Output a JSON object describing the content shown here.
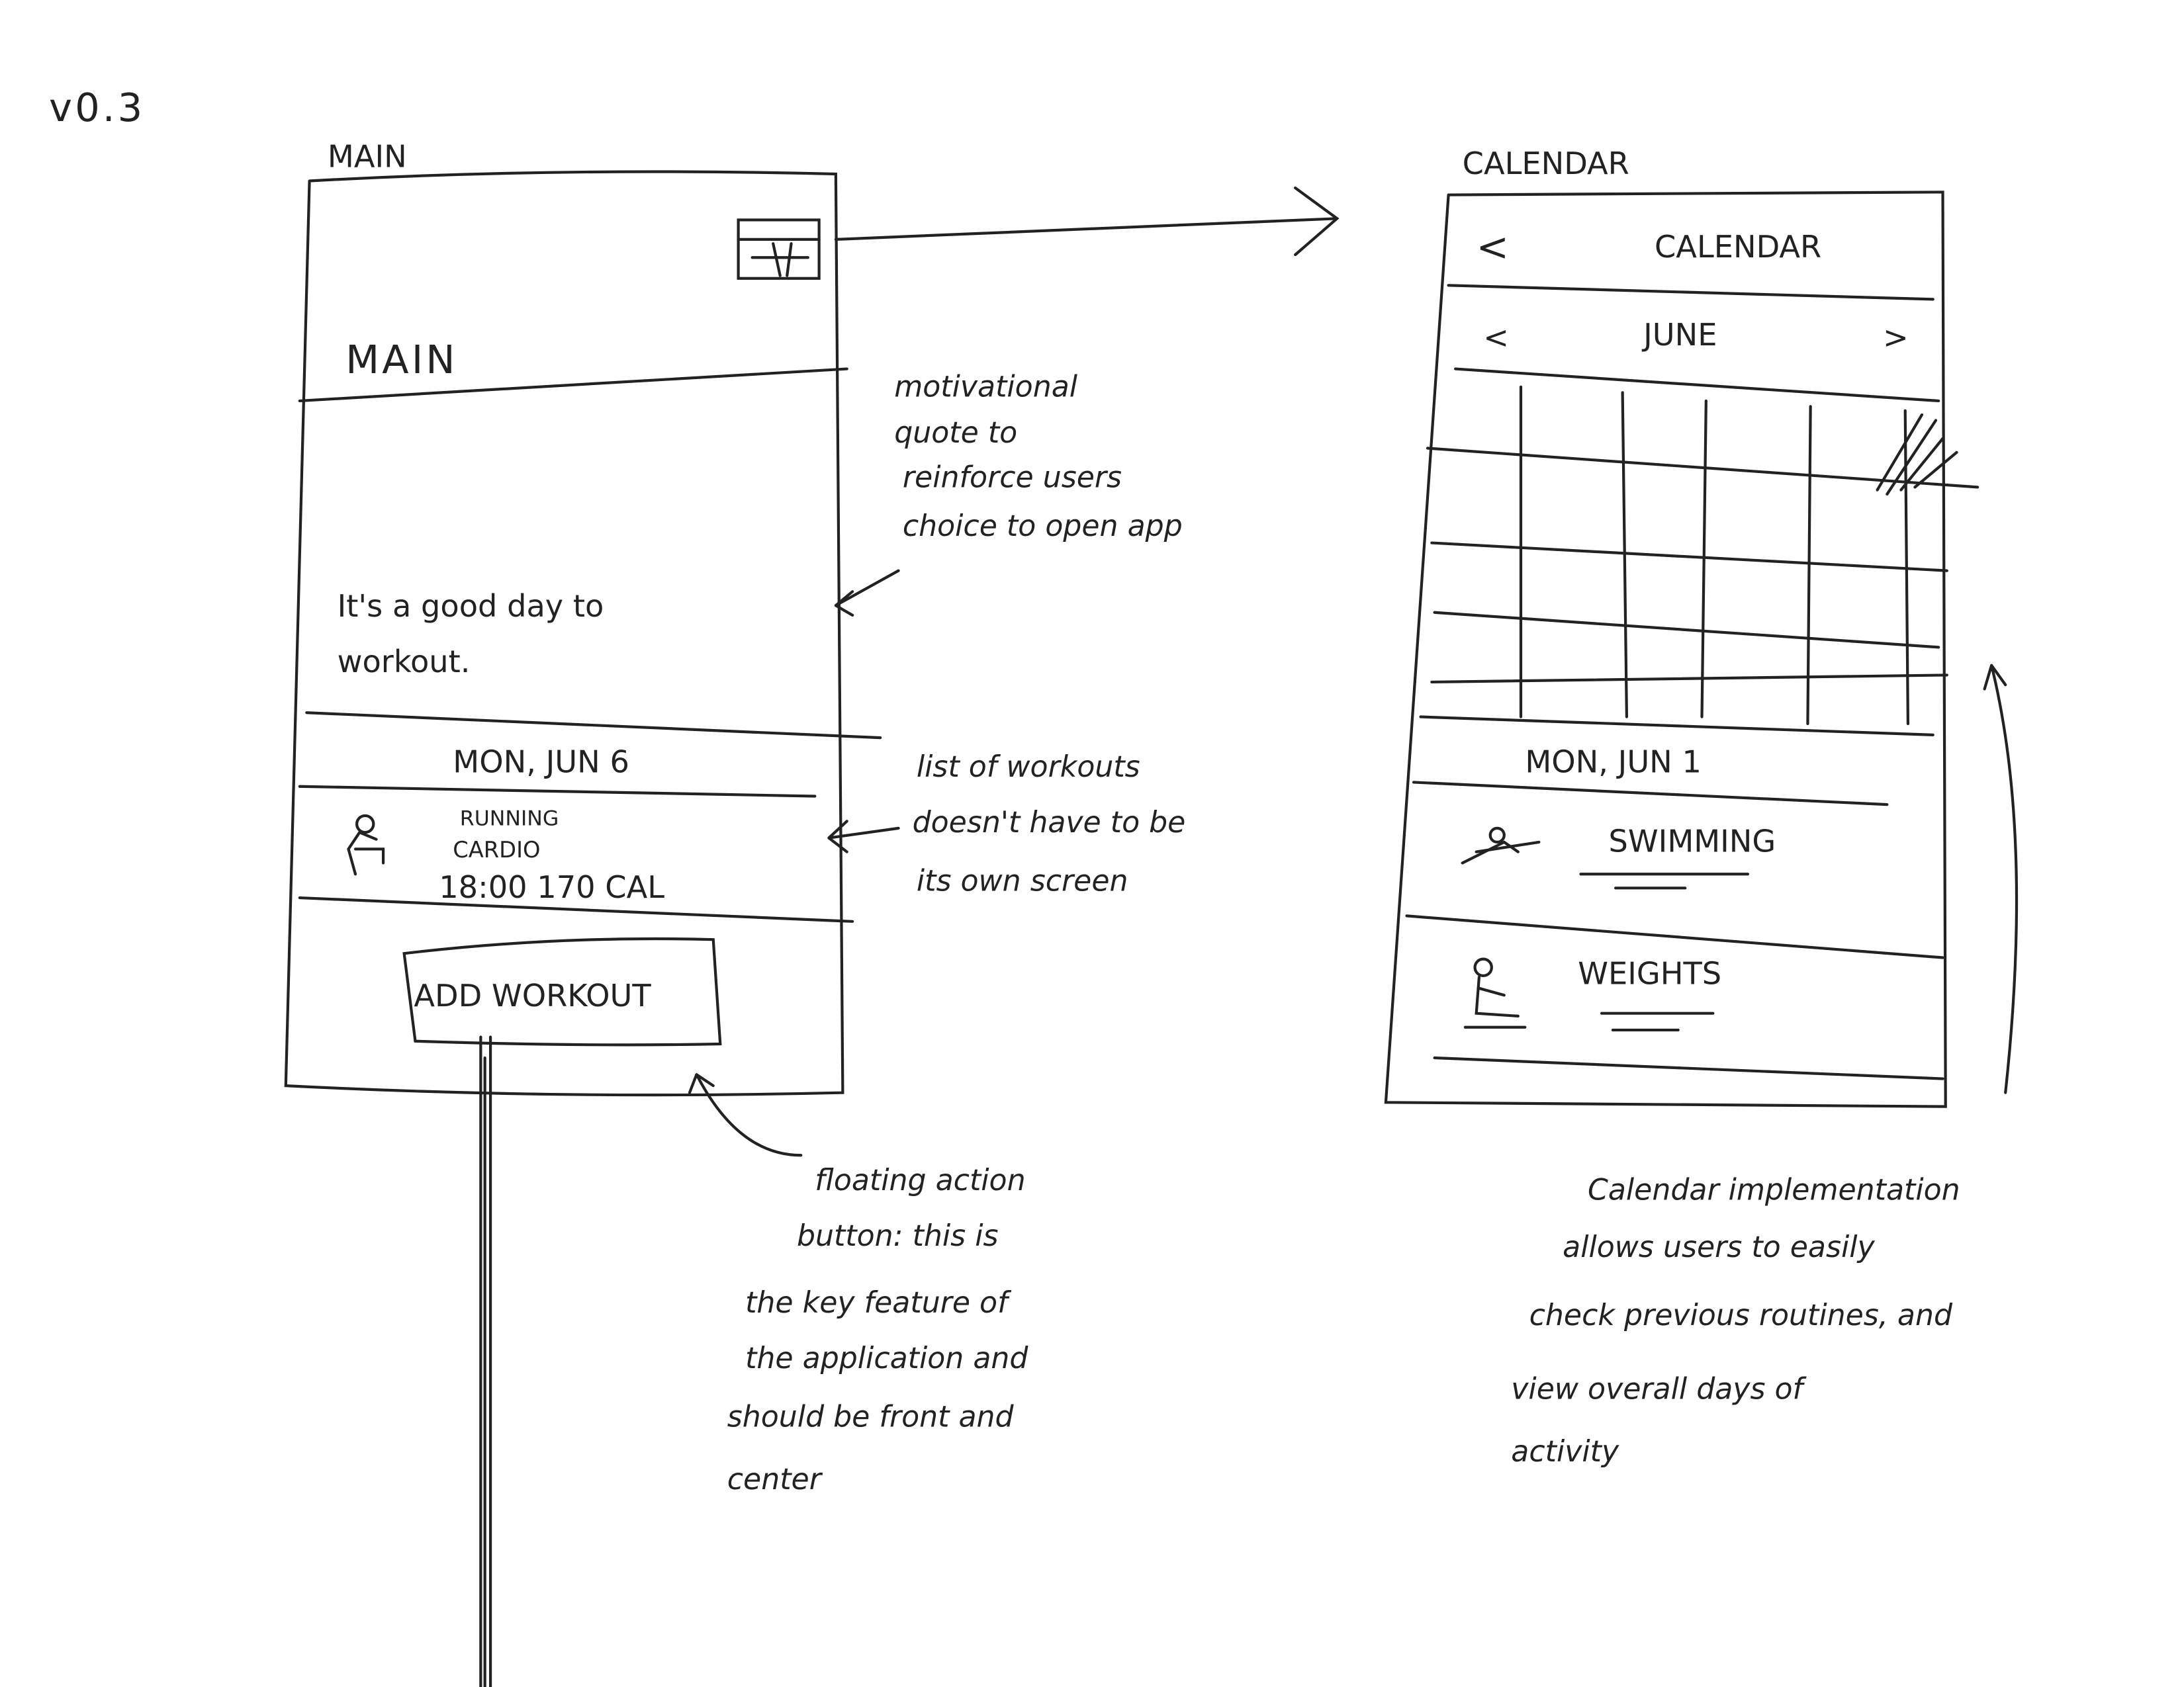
{
  "version": "v0.3",
  "main_screen": {
    "label": "MAIN",
    "title": "MAIN",
    "calendar_icon": "calendar-icon",
    "quote_lines": [
      "It's a good day to",
      "workout."
    ],
    "date_header": "MON, JUN 6",
    "workout": {
      "icon": "runner-icon",
      "name": "RUNNING",
      "type": "CARDIO",
      "stats": "18:00 170 CAL"
    },
    "add_button": "ADD WORKOUT"
  },
  "calendar_screen": {
    "label": "CALENDAR",
    "back": "<",
    "title": "CALENDAR",
    "month_prev": "<",
    "month": "JUNE",
    "month_next": ">",
    "date_header": "MON, JUN 1",
    "workouts": [
      {
        "icon": "swimmer-icon",
        "name": "SWIMMING"
      },
      {
        "icon": "weightlifter-icon",
        "name": "WEIGHTS"
      }
    ]
  },
  "annotations": {
    "quote_note": [
      "motivational",
      "quote to",
      "reinforce users",
      "choice to open app"
    ],
    "list_note": [
      "list of workouts",
      "doesn't have to be",
      "its own screen"
    ],
    "fab_note": [
      "floating action",
      "button: this is",
      "the key feature of",
      "the application and",
      "should be front and",
      "center"
    ],
    "calendar_note": [
      "Calendar implementation",
      "allows users to easily",
      "check previous routines, and",
      "view overall days of",
      "activity"
    ]
  }
}
